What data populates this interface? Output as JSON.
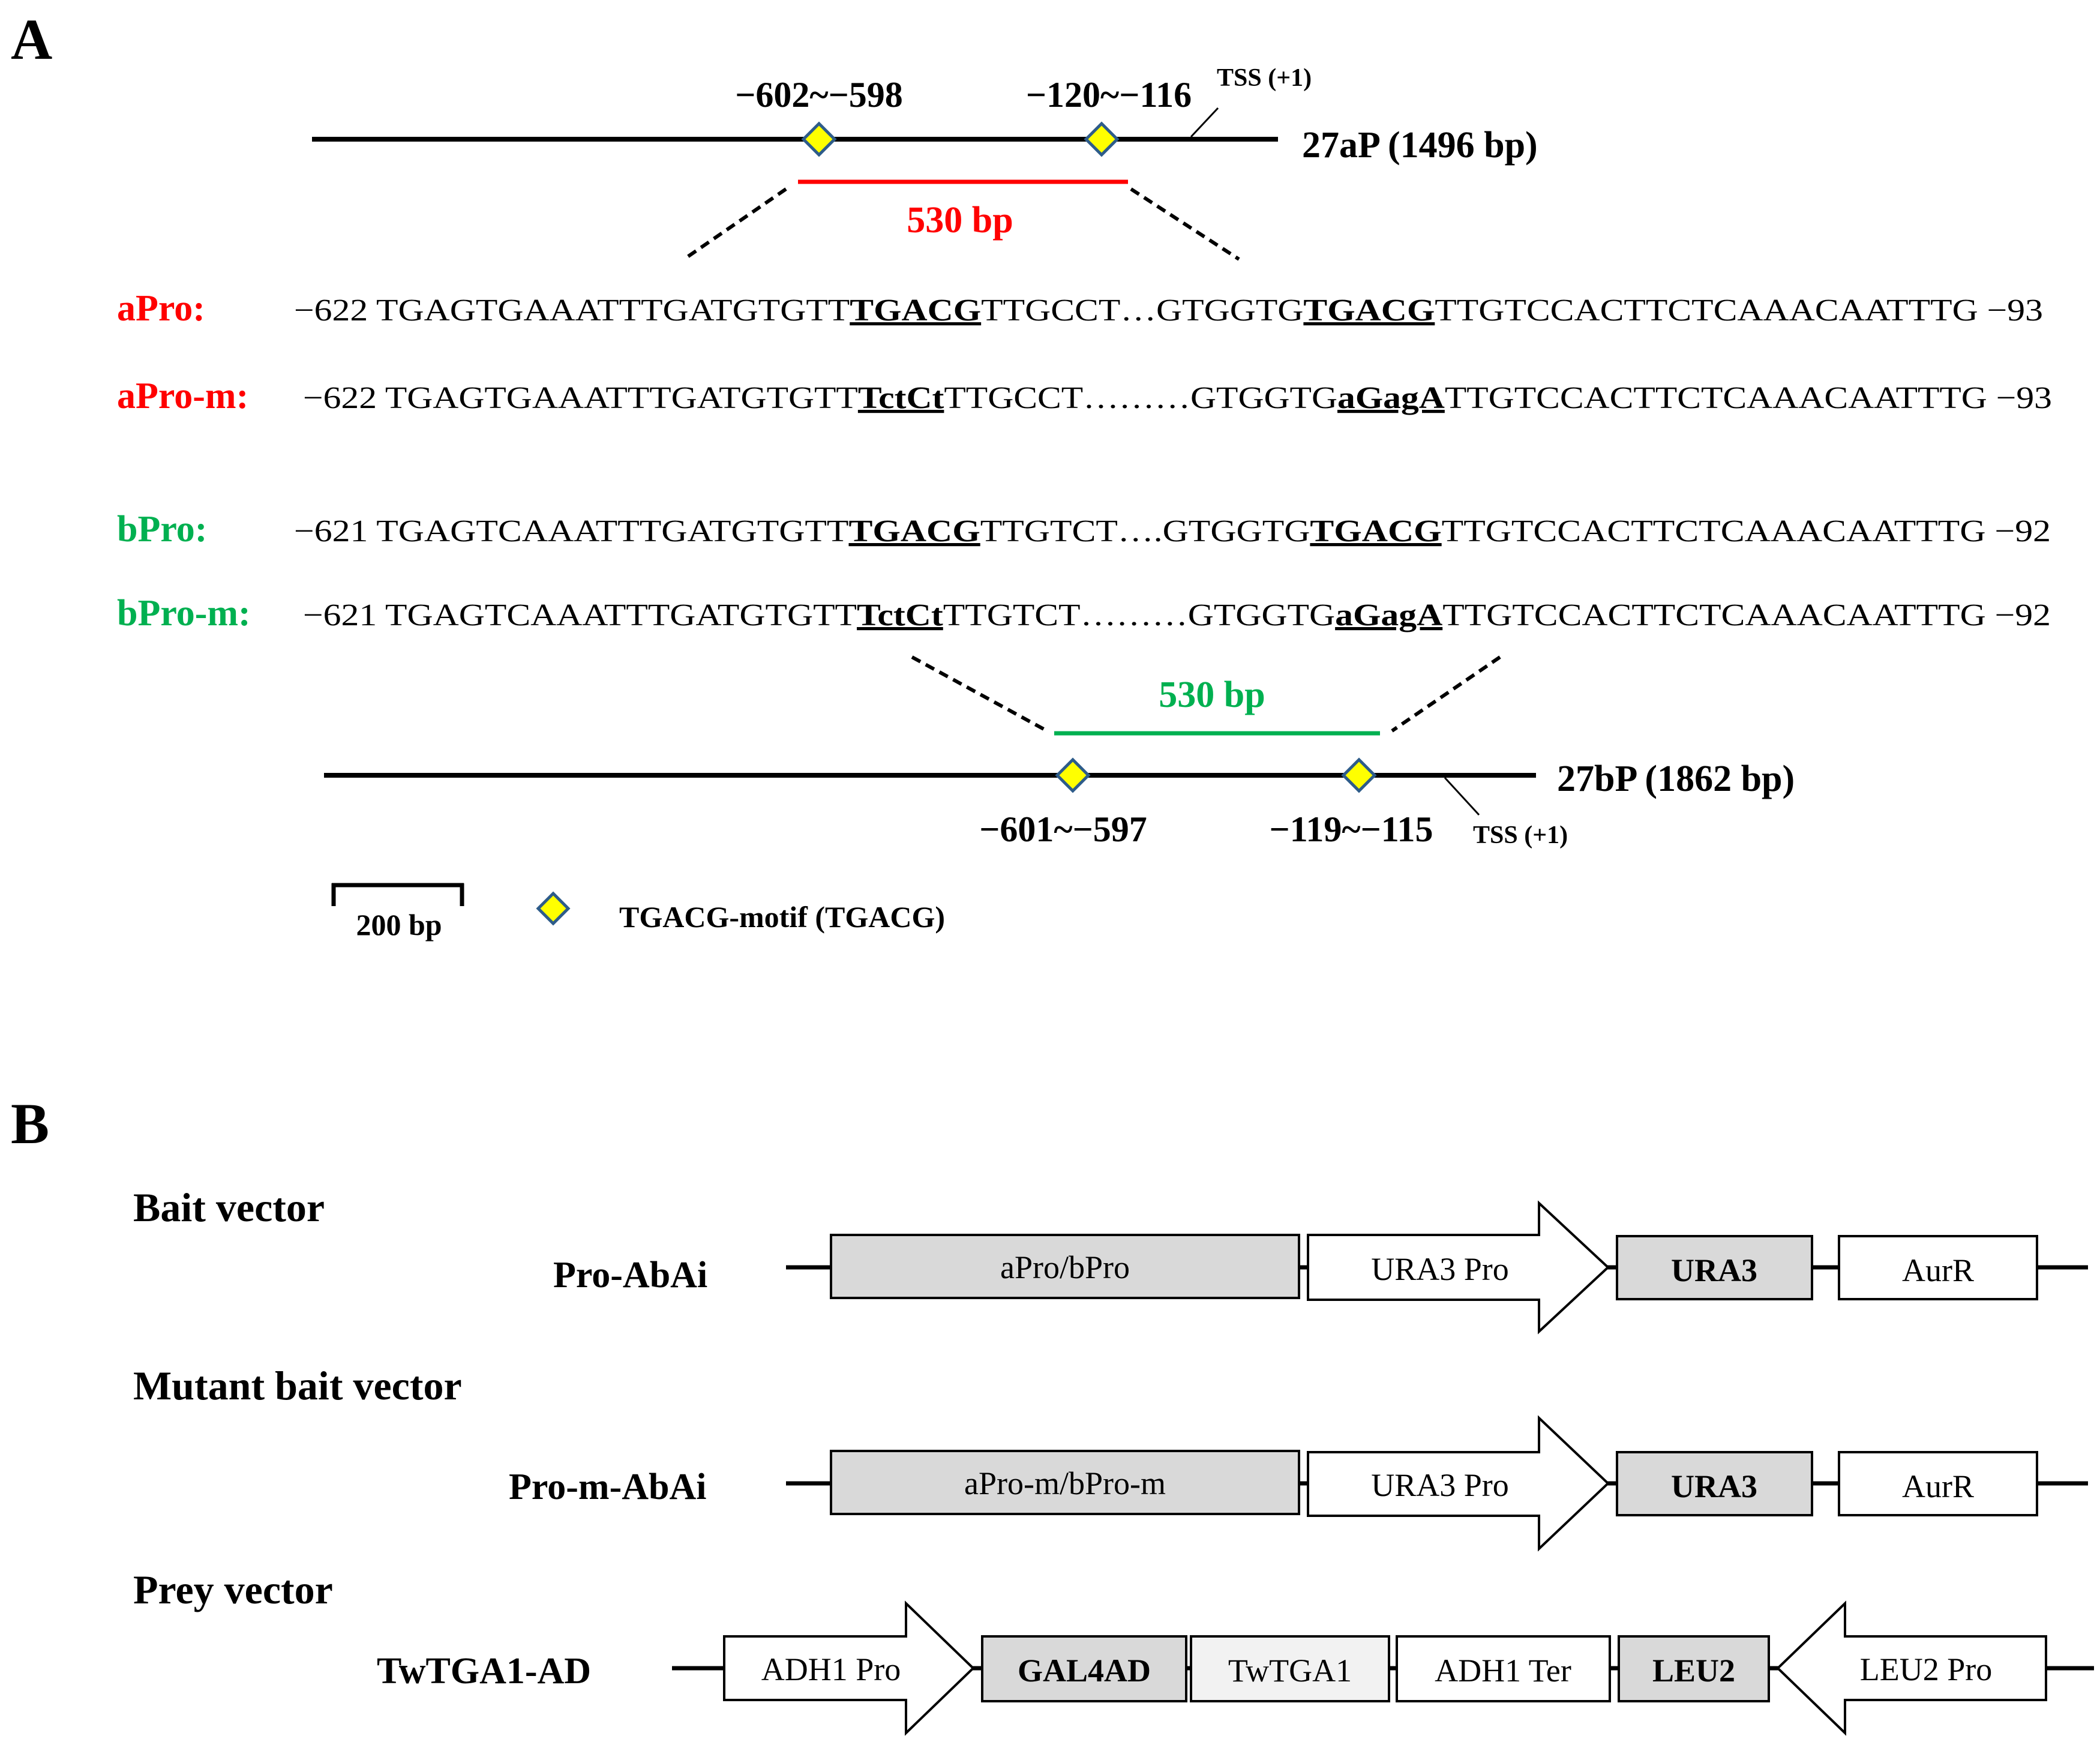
{
  "panel_a": {
    "label": "A",
    "top_line": {
      "name": "27aP (1496 bp)",
      "motif1_pos": "−602~−598",
      "motif2_pos": "−120~−116",
      "tss": "TSS (+1)",
      "fragment": "530 bp"
    },
    "sequences": [
      {
        "label": "aPro:",
        "start": "−622",
        "s1": "TGAGTGAAATTTGATGTGTT",
        "m1": "TGACG",
        "s2": "TTGCCT…GTGGTG",
        "m2": "TGACG",
        "s3": "TTGTCCACTTCTCAAACAATTTG",
        "end": "−93"
      },
      {
        "label": "aPro-m:",
        "start": "−622",
        "s1": "TGAGTGAAATTTGATGTGTT",
        "m1": "TctCt",
        "s2": "TTGCCT………GTGGTG",
        "m2": "aGagA",
        "s3": "TTGTCCACTTCTCAAACAATTTG",
        "end": "−93"
      },
      {
        "label": "bPro:",
        "start": "−621",
        "s1": "TGAGTCAAATTTGATGTGTT",
        "m1": "TGACG",
        "s2": "TTGTCT….GTGGTG",
        "m2": "TGACG",
        "s3": "TTGTCCACTTCTCAAACAATTTG",
        "end": "−92"
      },
      {
        "label": "bPro-m:",
        "start": "−621",
        "s1": "TGAGTCAAATTTGATGTGTT",
        "m1": "TctCt",
        "s2": "TTGTCT………GTGGTG",
        "m2": "aGagA",
        "s3": "TTGTCCACTTCTCAAACAATTTG",
        "end": "−92"
      }
    ],
    "bottom_line": {
      "name": "27bP (1862 bp)",
      "motif1_pos": "−601~−597",
      "motif2_pos": "−119~−115",
      "tss": "TSS (+1)",
      "fragment": "530 bp"
    },
    "scale_bar": "200 bp",
    "legend": "TGACG-motif (TGACG)"
  },
  "panel_b": {
    "label": "B",
    "bait": {
      "title": "Bait vector",
      "name": "Pro-AbAi",
      "parts": [
        "aPro/bPro",
        "URA3 Pro",
        "URA3",
        "AurR"
      ]
    },
    "mutant": {
      "title": "Mutant bait vector",
      "name": "Pro-m-AbAi",
      "parts": [
        "aPro-m/bPro-m",
        "URA3 Pro",
        "URA3",
        "AurR"
      ]
    },
    "prey": {
      "title": "Prey vector",
      "name": "TwTGA1-AD",
      "parts": [
        "ADH1 Pro",
        "GAL4AD",
        "TwTGA1",
        "ADH1 Ter",
        "LEU2",
        "LEU2 Pro"
      ]
    }
  },
  "colors": {
    "red": "#ff0000",
    "green": "#00b050",
    "motif_fill": "#ffff00",
    "motif_stroke": "#2e5c8a",
    "box_gray": "#d9d9d9",
    "box_light": "#f2f2f2"
  }
}
